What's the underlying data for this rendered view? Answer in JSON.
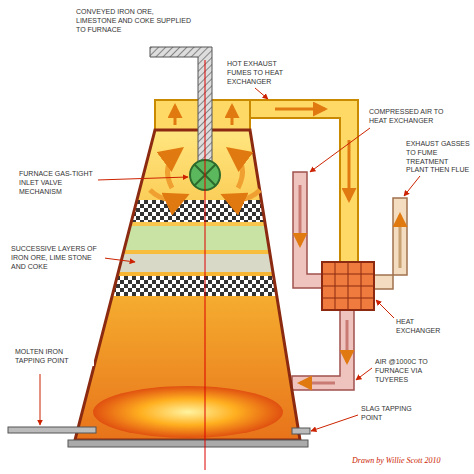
{
  "diagram": {
    "labels": [
      "CONVEYED IRON ORE, LIMESTONE AND COKE SUPPLIED TO FURNACE",
      "HOT EXHAUST FUMES TO HEAT EXCHANGER",
      "COMPRESSED AIR TO HEAT EXCHANGER",
      "EXHAUST GASSES TO FUME TREATMENT PLANT THEN FLUE",
      "FURNACE GAS-TIGHT INLET VALVE MECHANISM",
      "SUCCESSIVE LAYERS OF IRON ORE, LIME STONE AND COKE",
      "MOLTEN IRON TAPPING POINT",
      "HEAT EXCHANGER",
      "AIR @1000C TO FURNACE VIA TUYERES",
      "SLAG TAPPING POINT",
      "Drawn by Willie Scott 2010"
    ]
  }
}
